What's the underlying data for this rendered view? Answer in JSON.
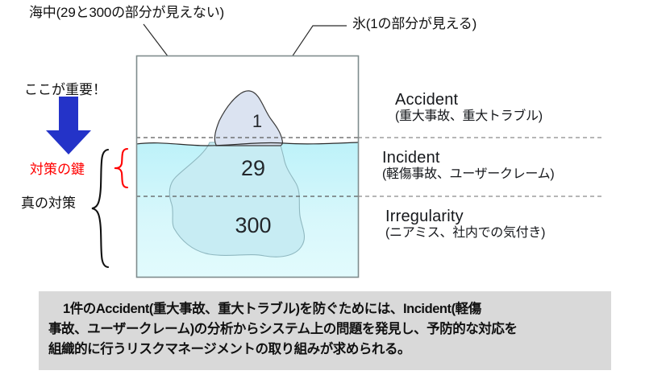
{
  "diagram": {
    "title_annotations": [
      {
        "id": "sea-label",
        "text": "海中(29と300の部分が見えない)"
      },
      {
        "id": "ice-label",
        "text": "氷(1の部分が見える)"
      }
    ],
    "left_callouts": {
      "important": "ここが重要！",
      "key_measure": "対策の鍵",
      "true_measure": "真の対策"
    },
    "iceberg_numbers": {
      "accident": "1",
      "incident": "29",
      "irregularity": "300"
    },
    "tiers": [
      {
        "en": "Accident",
        "jp": "(重大事故、重大トラブル)"
      },
      {
        "en": "Incident",
        "jp": "(軽傷事故、ユーザークレーム)"
      },
      {
        "en": "Irregularity",
        "jp": "(ニアミス、社内での気付き)"
      }
    ],
    "colors": {
      "arrow_blue": "#2433c8",
      "key_red": "#ff0000",
      "water": "#d6f7fb",
      "ice_above": "#dbe4f0",
      "ice_below": "#cdeef3",
      "summary_bg": "#d9d9d9",
      "frame": "#7f8c8d"
    }
  },
  "summary": {
    "lines": [
      "1件のAccident(重大事故、重大トラブル)を防ぐためには、Incident(軽傷",
      "事故、ユーザークレーム)の分析からシステム上の問題を発見し、予防的な対応を",
      "組織的に行うリスクマネージメントの取り組みが求められる。"
    ]
  }
}
